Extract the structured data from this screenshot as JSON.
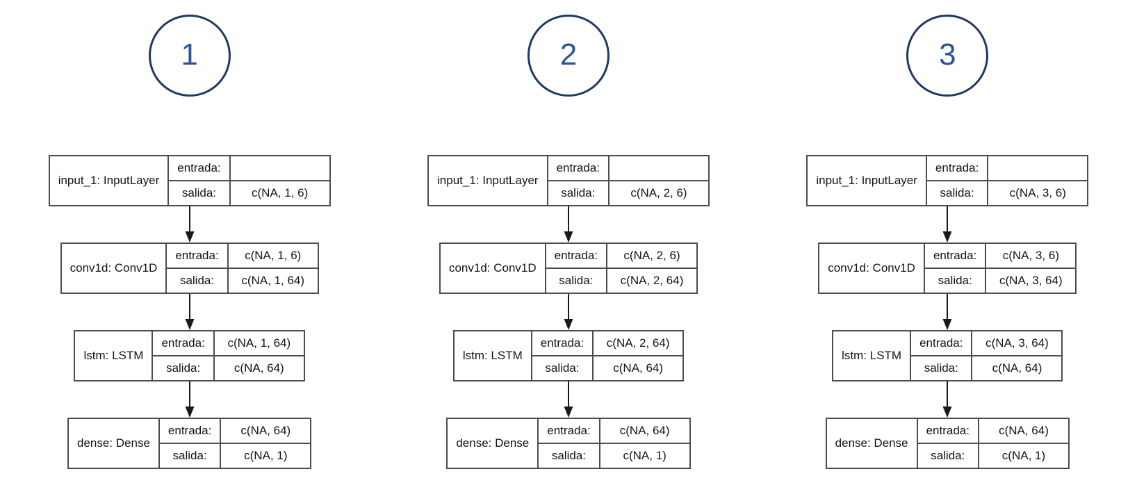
{
  "figure": {
    "background": "#ffffff",
    "circle_border_color": "#1f3864",
    "circle_number_color": "#2f5496",
    "table_border_color": "#4d4d4d",
    "text_color": "#141414",
    "arrow_color": "#1a1a1a"
  },
  "labels": {
    "entrada": "entrada:",
    "salida": "salida:"
  },
  "diagrams": [
    {
      "badge": "1",
      "layers": [
        {
          "name": "input_1: InputLayer",
          "entrada": "",
          "salida": "c(NA, 1, 6)"
        },
        {
          "name": "conv1d: Conv1D",
          "entrada": "c(NA, 1, 6)",
          "salida": "c(NA, 1, 64)"
        },
        {
          "name": "lstm: LSTM",
          "entrada": "c(NA, 1, 64)",
          "salida": "c(NA, 64)"
        },
        {
          "name": "dense: Dense",
          "entrada": "c(NA, 64)",
          "salida": "c(NA, 1)"
        }
      ]
    },
    {
      "badge": "2",
      "layers": [
        {
          "name": "input_1: InputLayer",
          "entrada": "",
          "salida": "c(NA, 2, 6)"
        },
        {
          "name": "conv1d: Conv1D",
          "entrada": "c(NA, 2, 6)",
          "salida": "c(NA, 2, 64)"
        },
        {
          "name": "lstm: LSTM",
          "entrada": "c(NA, 2, 64)",
          "salida": "c(NA, 64)"
        },
        {
          "name": "dense: Dense",
          "entrada": "c(NA, 64)",
          "salida": "c(NA, 1)"
        }
      ]
    },
    {
      "badge": "3",
      "layers": [
        {
          "name": "input_1: InputLayer",
          "entrada": "",
          "salida": "c(NA, 3, 6)"
        },
        {
          "name": "conv1d: Conv1D",
          "entrada": "c(NA, 3, 6)",
          "salida": "c(NA, 3, 64)"
        },
        {
          "name": "lstm: LSTM",
          "entrada": "c(NA, 3, 64)",
          "salida": "c(NA, 64)"
        },
        {
          "name": "dense: Dense",
          "entrada": "c(NA, 64)",
          "salida": "c(NA, 1)"
        }
      ]
    }
  ]
}
